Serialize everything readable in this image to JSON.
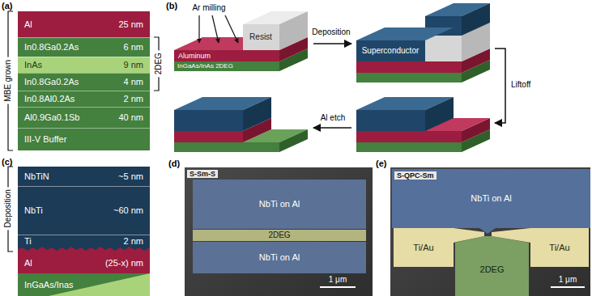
{
  "diagram": {
    "nodes": [
      {
        "text": [
          "Al",
          "25 nm"
        ]
      },
      {
        "text": [
          "In0.8Ga0.2As",
          "6 nm"
        ]
      },
      {
        "text": [
          "InAs",
          "9 nm"
        ]
      },
      {
        "text": [
          "In0.8Ga0.2As",
          "4 nm"
        ]
      },
      {
        "text": [
          "In0.8Al0.2As",
          "2 nm"
        ]
      },
      {
        "text": [
          "Al0.9Ga0.1Sb",
          "40 nm"
        ]
      },
      {
        "text": [
          "III-V Buffer"
        ]
      },
      {
        "text": [
          "NbTiN",
          "~5 nm"
        ]
      },
      {
        "text": [
          "NbTi",
          "~60 nm"
        ]
      },
      {
        "text": [
          "Ti",
          "2 nm"
        ]
      },
      {
        "text": [
          "Al",
          "(25-x) nm"
        ]
      },
      {
        "text": [
          "InGaAs/Inas"
        ]
      },
      {
        "text": [
          "NbTi on Al"
        ]
      },
      {
        "text": [
          "2DEG"
        ]
      },
      {
        "text": [
          "NbTi on Al"
        ]
      },
      {
        "text": [
          "NbTi on Al"
        ]
      },
      {
        "text": [
          "Ti/Au"
        ]
      },
      {
        "text": [
          "2DEG"
        ]
      },
      {
        "text": [
          "Ti/Au"
        ]
      }
    ],
    "labels": [
      "(a)",
      "MBE grown",
      "2DEG",
      "(b)",
      "Ar milling",
      "Resist",
      "Aluminum",
      "InGaAs/InAs 2DEG",
      "Deposition",
      "Superconductor",
      "Liftoff",
      "Al etch",
      "(c)",
      "Deposition",
      "(d)",
      "S-Sm-S",
      "1 μm",
      "(e)",
      "S-QPC-Sm",
      "1 μm"
    ]
  }
}
